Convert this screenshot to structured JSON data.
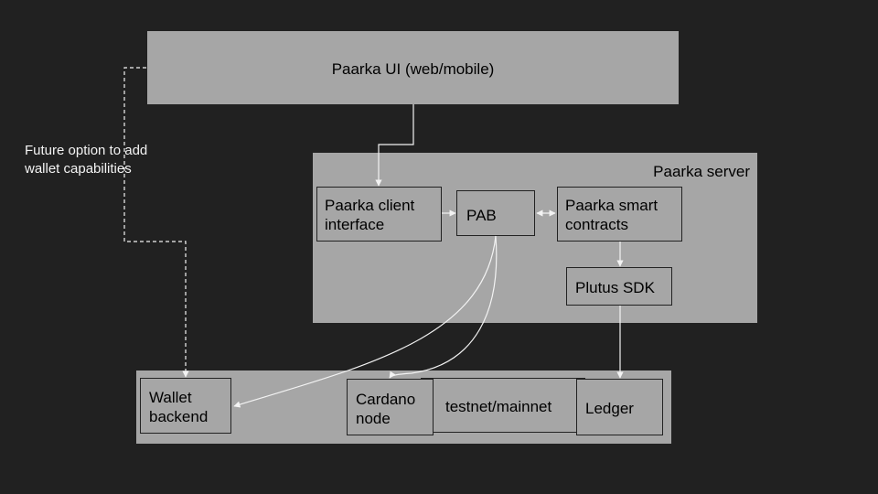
{
  "nodes": {
    "ui": "Paarka UI (web/mobile)",
    "server": "Paarka server",
    "client_interface": "Paarka client interface",
    "pab": "PAB",
    "smart_contracts": "Paarka smart contracts",
    "plutus_sdk": "Plutus SDK",
    "wallet_backend": "Wallet backend",
    "cardano_node": "Cardano node",
    "network": "testnet/mainnet",
    "ledger": "Ledger"
  },
  "annotations": {
    "future_wallet": "Future option to add wallet capabilities"
  },
  "edges": [
    {
      "from": "ui",
      "to": "client_interface",
      "style": "solid"
    },
    {
      "from": "client_interface",
      "to": "pab",
      "style": "solid"
    },
    {
      "from": "pab",
      "to": "smart_contracts",
      "style": "solid",
      "bidirectional": true
    },
    {
      "from": "smart_contracts",
      "to": "plutus_sdk",
      "style": "solid"
    },
    {
      "from": "plutus_sdk",
      "to": "ledger",
      "style": "solid"
    },
    {
      "from": "pab",
      "to": "wallet_backend",
      "style": "solid"
    },
    {
      "from": "pab",
      "to": "cardano_node",
      "style": "solid"
    },
    {
      "from": "ui",
      "to": "wallet_backend",
      "style": "dashed"
    }
  ],
  "colors": {
    "background": "#212121",
    "box_fill": "#a6a6a6",
    "border": "#222222",
    "connector": "#f3f3f3",
    "annotation_text": "#f3f3f3"
  }
}
